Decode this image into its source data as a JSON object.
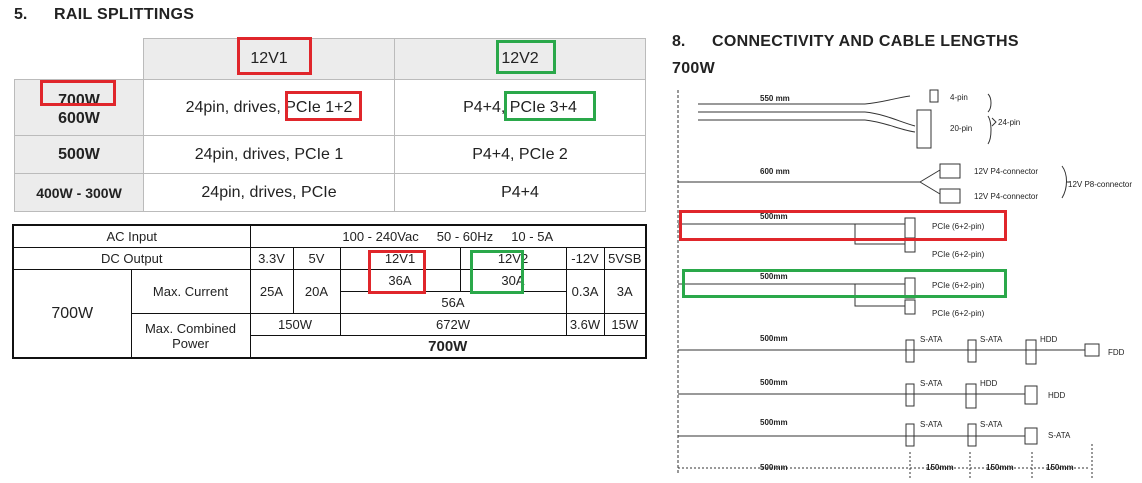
{
  "section5": {
    "number": "5.",
    "title": "RAIL SPLITTINGS"
  },
  "rail": {
    "headers": [
      "12V1",
      "12V2"
    ],
    "rows": [
      {
        "label_a": "700W",
        "label_b": "600W",
        "c1_a": "24pin, drives,",
        "c1_b": "PCIe 1+2",
        "c2_a": "P4+4,",
        "c2_b": "PCIe 3+4"
      },
      {
        "label": "500W",
        "c1": "24pin, drives, PCIe 1",
        "c2": "P4+4, PCIe 2"
      },
      {
        "label": "400W - 300W",
        "c1": "24pin, drives, PCIe",
        "c2": "P4+4"
      }
    ]
  },
  "spec": {
    "ac_input_label": "AC Input",
    "ac_input_value": "100 - 240Vac     50 - 60Hz     10 - 5A",
    "dc_output_label": "DC Output",
    "rails": [
      "3.3V",
      "5V",
      "12V1",
      "12V2",
      "-12V",
      "5VSB"
    ],
    "model": "700W",
    "max_current_label": "Max. Current",
    "currents": [
      "25A",
      "20A",
      "36A",
      "30A",
      "0.3A",
      "3A"
    ],
    "combined_12v_current": "56A",
    "max_combined_label_a": "Max. Combined",
    "max_combined_label_b": "Power",
    "combined_power": [
      "150W",
      "672W",
      "3.6W",
      "15W"
    ],
    "total_power": "700W"
  },
  "section8": {
    "number": "8.",
    "title": "CONNECTIVITY AND CABLE LENGTHS",
    "subtitle": "700W"
  },
  "cables": {
    "lengths": [
      "550 mm",
      "600 mm",
      "500mm",
      "500mm",
      "500mm",
      "500mm",
      "500mm",
      "500mm"
    ],
    "atx": {
      "pin4": "4-pin",
      "pin20": "20-pin",
      "pin24": "24-pin"
    },
    "p4a": "12V P4-connector",
    "p4b": "12V P4-connector",
    "p8": "12V P8-connector",
    "pcie": "PCIe (6+2-pin)",
    "sata": "S-ATA",
    "hdd": "HDD",
    "fdd": "FDD",
    "dims": [
      "500mm",
      "150mm",
      "150mm",
      "150mm"
    ]
  },
  "colors": {
    "red": "#e0262b",
    "green": "#2aa84a",
    "header_gray": "#ececec"
  }
}
